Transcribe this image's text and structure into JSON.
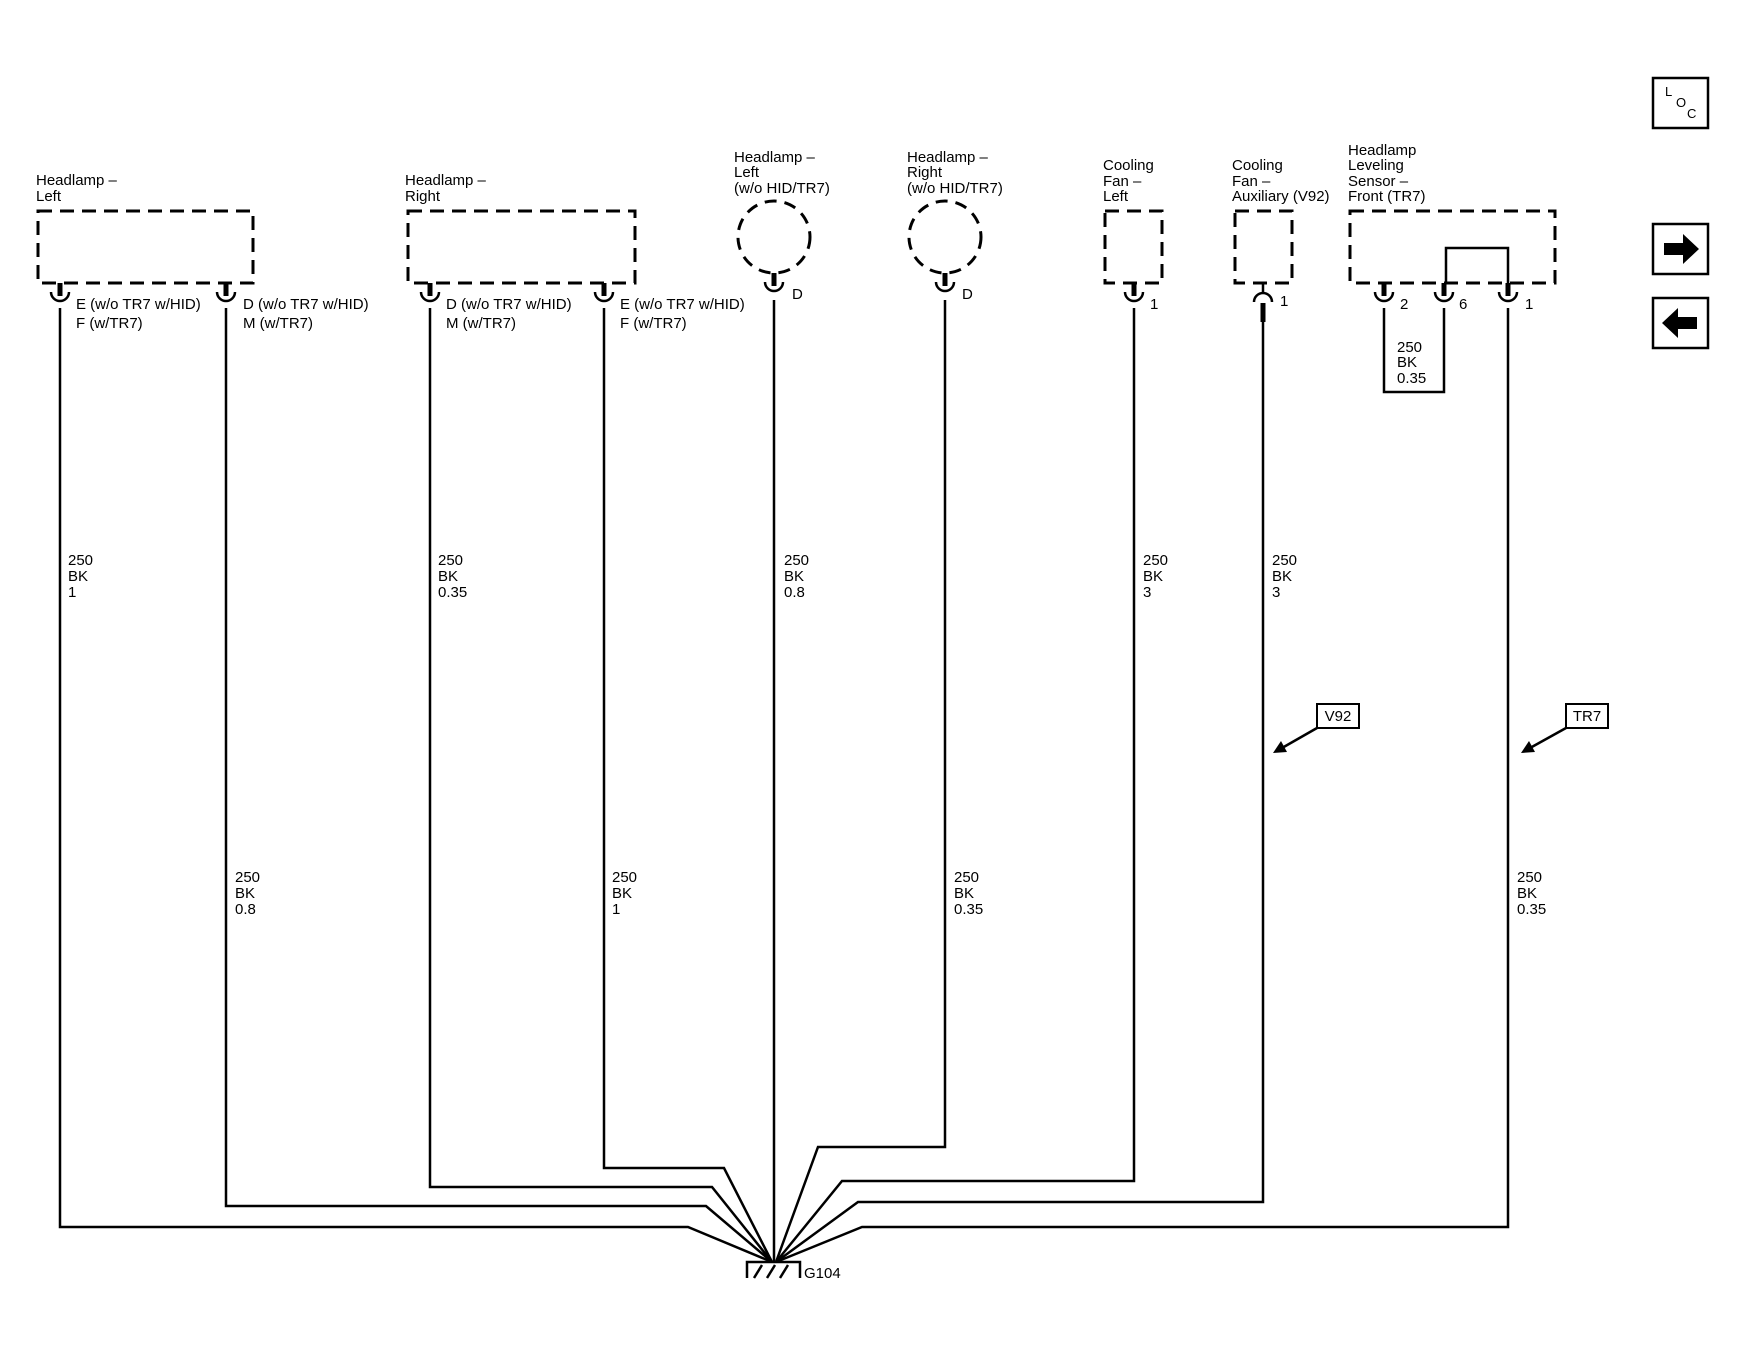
{
  "components": {
    "headlamp_left": {
      "name_lines": [
        "Headlamp –",
        "Left"
      ]
    },
    "headlamp_right": {
      "name_lines": [
        "Headlamp –",
        "Right"
      ]
    },
    "headlamp_left_hid": {
      "name_lines": [
        "Headlamp –",
        "Left",
        "(w/o HID/TR7)"
      ]
    },
    "headlamp_right_hid": {
      "name_lines": [
        "Headlamp –",
        "Right",
        "(w/o HID/TR7)"
      ]
    },
    "cooling_fan_left": {
      "name_lines": [
        "Cooling",
        "Fan –",
        "Left"
      ]
    },
    "cooling_fan_aux": {
      "name_lines": [
        "Cooling",
        "Fan –",
        "Auxiliary (V92)"
      ]
    },
    "leveling_sensor": {
      "name_lines": [
        "Headlamp",
        "Leveling",
        "Sensor –",
        "Front (TR7)"
      ]
    }
  },
  "pins": {
    "hl_left_a": [
      "E (w/o TR7 w/HID)",
      "F (w/TR7)"
    ],
    "hl_left_b": [
      "D (w/o TR7 w/HID)",
      "M (w/TR7)"
    ],
    "hl_right_a": [
      "D (w/o TR7 w/HID)",
      "M (w/TR7)"
    ],
    "hl_right_b": [
      "E (w/o TR7 w/HID)",
      "F (w/TR7)"
    ],
    "hl_left_hid": "D",
    "hl_right_hid": "D",
    "fan_left": "1",
    "fan_aux": "1",
    "sensor_2": "2",
    "sensor_6": "6",
    "sensor_1": "1"
  },
  "wires": {
    "w1": [
      "250",
      "BK",
      "1"
    ],
    "w2": [
      "250",
      "BK",
      "0.8"
    ],
    "w3": [
      "250",
      "BK",
      "0.35"
    ],
    "w4": [
      "250",
      "BK",
      "1"
    ],
    "w5": [
      "250",
      "BK",
      "0.8"
    ],
    "w6": [
      "250",
      "BK",
      "0.35"
    ],
    "w7": [
      "250",
      "BK",
      "3"
    ],
    "w8": [
      "250",
      "BK",
      "3"
    ],
    "w9": [
      "250",
      "BK",
      "0.35"
    ],
    "w_jumper": [
      "250",
      "BK",
      "0.35"
    ]
  },
  "options": {
    "v92": "V92",
    "tr7": "TR7"
  },
  "ground": {
    "label": "G104"
  },
  "nav": {
    "loc": {
      "letters": [
        "L",
        "O",
        "C"
      ],
      "icon": "location-icon"
    },
    "next": {
      "icon": "arrow-right-icon"
    },
    "prev": {
      "icon": "arrow-left-icon"
    }
  },
  "colors": {
    "line": "#000000",
    "background": "#ffffff"
  }
}
